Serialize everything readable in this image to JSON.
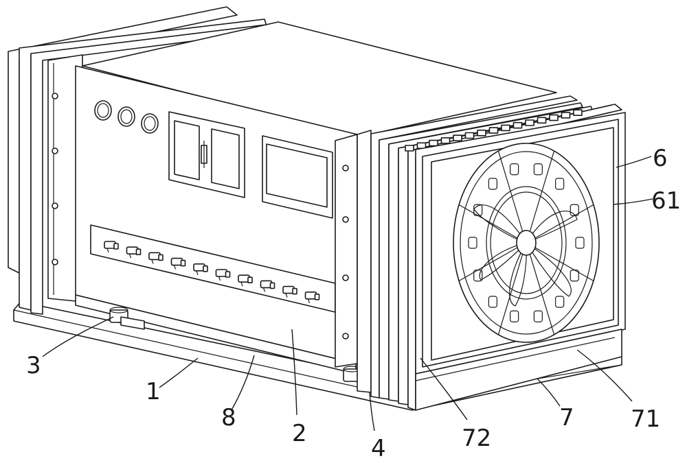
{
  "labels": {
    "l1": "1",
    "l2": "2",
    "l3": "3",
    "l4": "4",
    "l6": "6",
    "l61": "61",
    "l7": "7",
    "l71": "71",
    "l72": "72",
    "l8": "8"
  },
  "colors": {
    "line": "#1a1a1a",
    "background": "#ffffff"
  },
  "nozzle_count": 10,
  "knob_count": 3
}
